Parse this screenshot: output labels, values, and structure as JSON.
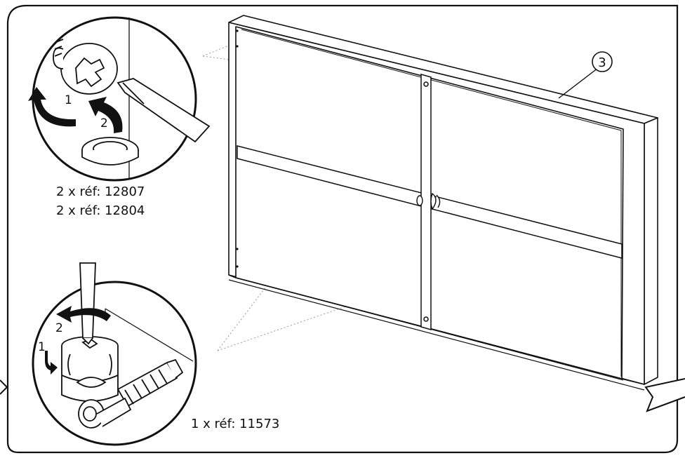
{
  "callout_top": {
    "step_1": "1",
    "step_2": "2",
    "quantity_line_1": "2 x réf: 12807",
    "quantity_line_2": "2 x réf: 12804"
  },
  "callout_bottom": {
    "step_1": "1",
    "step_2": "2",
    "quantity_line": "1 x réf: 11573"
  },
  "part_number": "3"
}
